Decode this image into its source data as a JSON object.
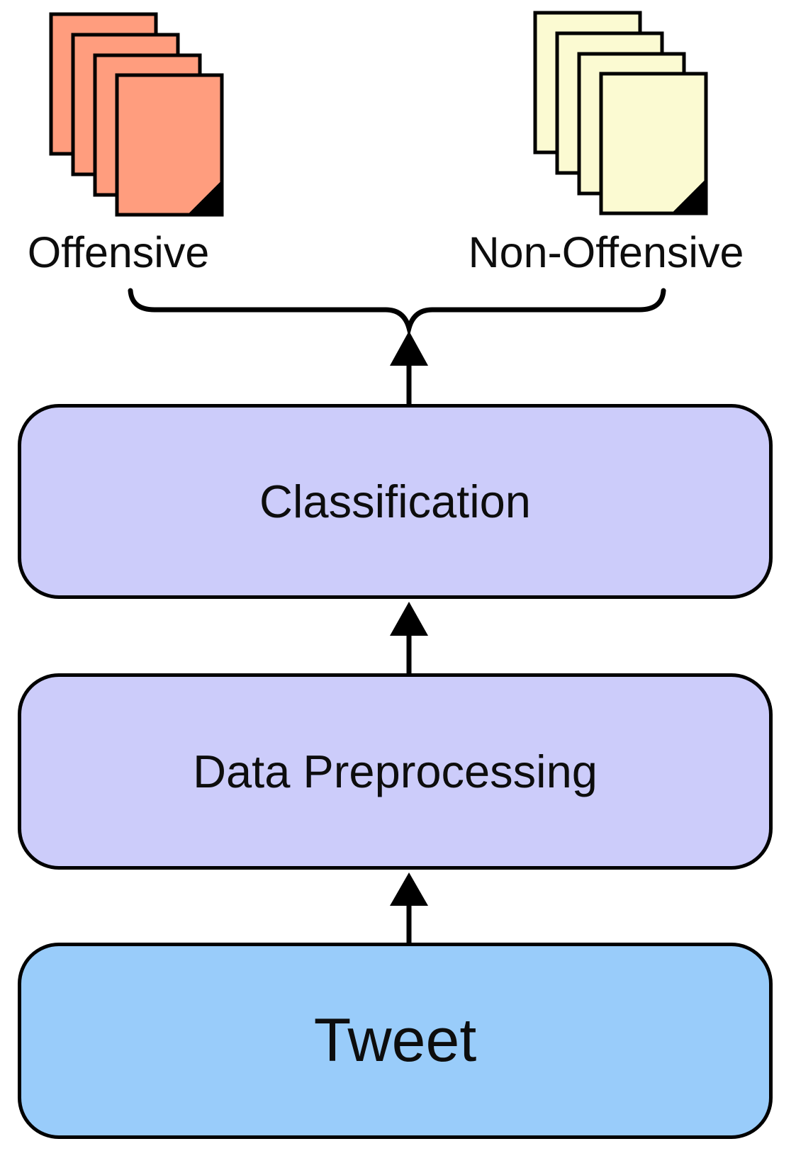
{
  "diagram": {
    "line_color": "#000000",
    "text_color": "#0d0d0d",
    "background": "#ffffff",
    "outputs": {
      "offensive": {
        "label": "Offensive",
        "page_color": "#FF9D7E",
        "page_count": 4
      },
      "non_offensive": {
        "label": "Non-Offensive",
        "page_color": "#FBFAD2",
        "page_count": 4
      }
    },
    "nodes": {
      "classification": {
        "label": "Classification",
        "fill": "#CCCCFA"
      },
      "data_preprocessing": {
        "label": "Data Preprocessing",
        "fill": "#CCCCFA"
      },
      "tweet": {
        "label": "Tweet",
        "fill": "#99CCFA"
      }
    }
  }
}
